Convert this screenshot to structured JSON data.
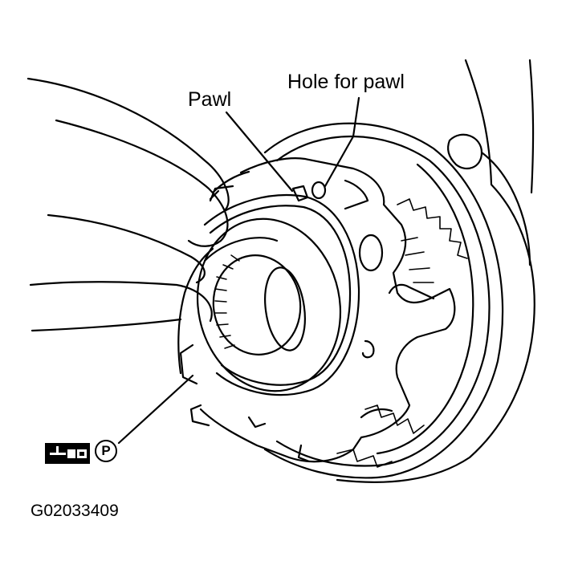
{
  "labels": {
    "hole_for_pawl": "Hole for pawl",
    "pawl": "Pawl",
    "service_symbol": "P",
    "figure_code": "G02033409"
  },
  "icons": {
    "tool": "pry-tool-icon"
  },
  "colors": {
    "ink": "#000000",
    "paper": "#ffffff"
  }
}
